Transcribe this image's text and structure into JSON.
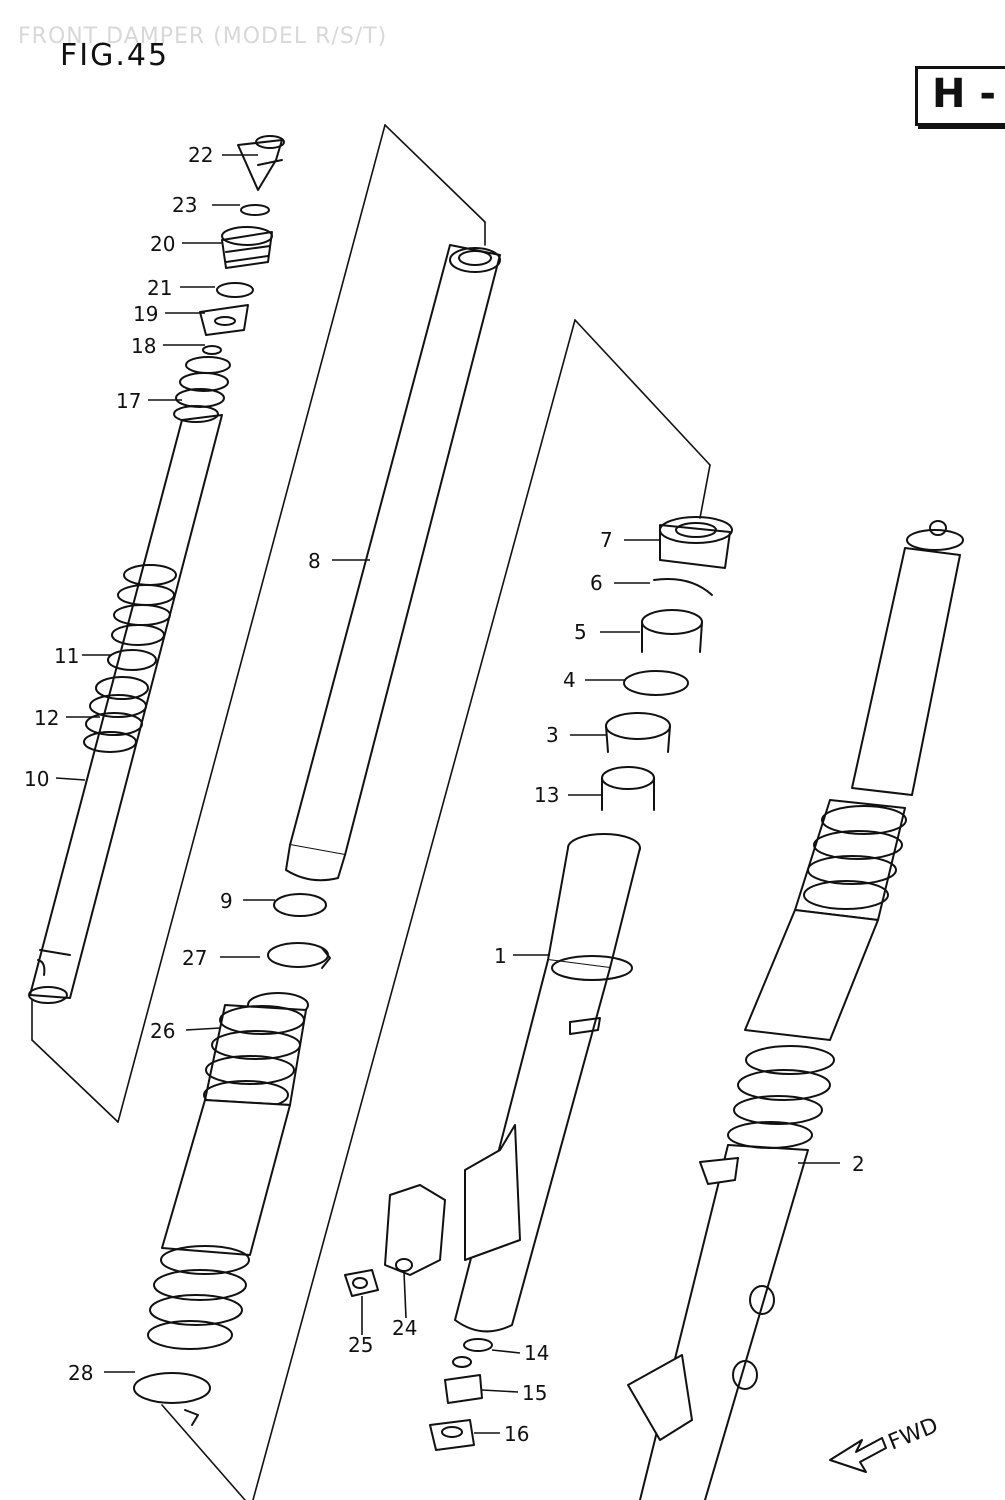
{
  "header": {
    "faint_title": "FRONT DAMPER (MODEL R/S/T)",
    "figure": "FIG.45",
    "section": "H -"
  },
  "fwd_label": "FWD",
  "callouts": [
    "22",
    "23",
    "20",
    "21",
    "19",
    "18",
    "17",
    "8",
    "11",
    "12",
    "10",
    "9",
    "27",
    "26",
    "28",
    "25",
    "24",
    "7",
    "6",
    "5",
    "4",
    "3",
    "13",
    "1",
    "14",
    "15",
    "16",
    "2"
  ]
}
